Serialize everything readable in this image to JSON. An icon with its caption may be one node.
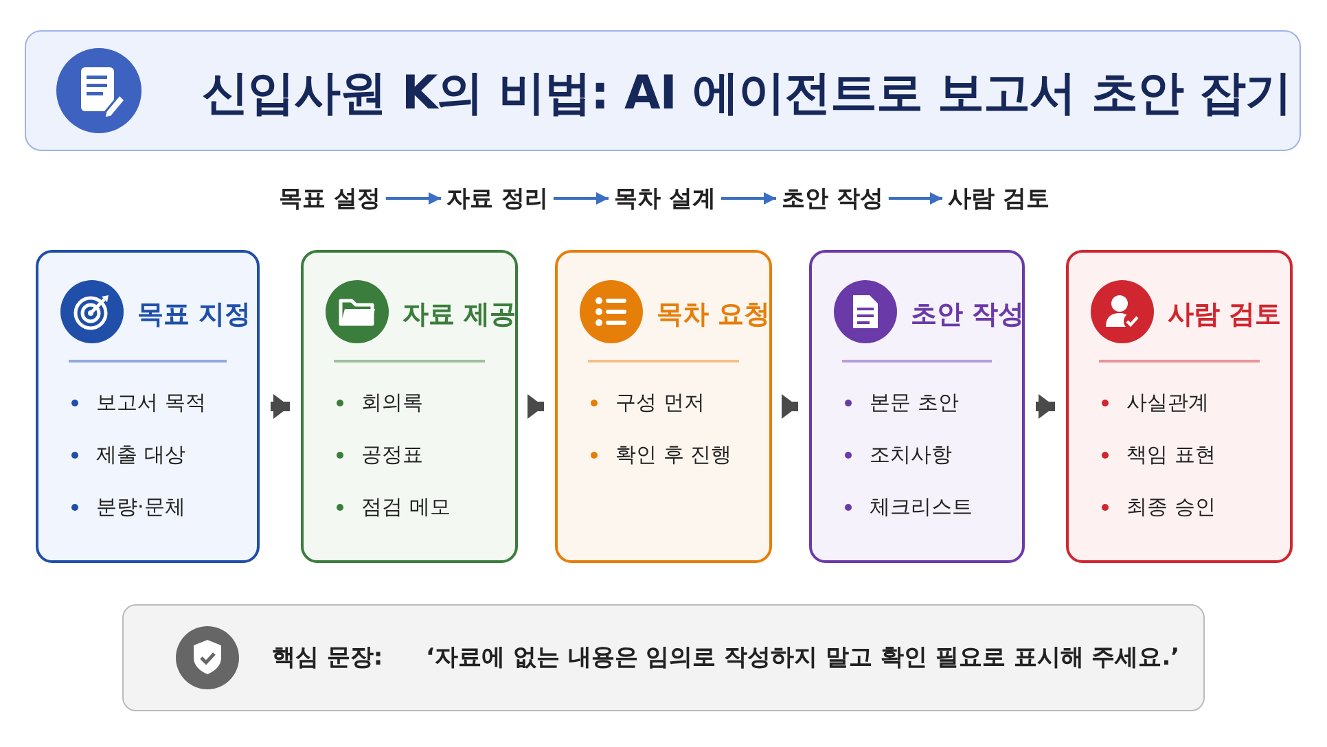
{
  "diagram": {
    "title": "신입사원 K의 비법: AI 에이전트로 보고서 초안 잡기",
    "nodes": [
      {
        "text": [
          "목표 설정"
        ]
      },
      {
        "text": [
          "자료 정리"
        ]
      },
      {
        "text": [
          "목차 설계"
        ]
      },
      {
        "text": [
          "초안 작성"
        ]
      },
      {
        "text": [
          "사람 검토"
        ]
      },
      {
        "text": [
          "목표 지정",
          "보고서 목적",
          "제출 대상",
          "분량·문체"
        ]
      },
      {
        "text": [
          "자료 제공",
          "회의록",
          "공정표",
          "점검 메모"
        ]
      },
      {
        "text": [
          "목차 요청",
          "구성 먼저",
          "확인 후 진행"
        ]
      },
      {
        "text": [
          "초안 작성",
          "본문 초안",
          "조치사항",
          "체크리스트"
        ]
      },
      {
        "text": [
          "사람 검토",
          "사실관계",
          "책임 표현",
          "최종 승인"
        ]
      },
      {
        "text": [
          "핵심 문장:",
          "‘자료에 없는 내용은 임의로 작성하지 말고 확인 필요로 표시해 주세요.’"
        ]
      }
    ],
    "edges": [
      {
        "from": 0,
        "to": 1,
        "arrow": "to",
        "color": "#3b6fc4"
      },
      {
        "from": 1,
        "to": 2,
        "arrow": "to",
        "color": "#3b6fc4"
      },
      {
        "from": 2,
        "to": 3,
        "arrow": "to",
        "color": "#3b6fc4"
      },
      {
        "from": 3,
        "to": 4,
        "arrow": "to",
        "color": "#3b6fc4"
      },
      {
        "from": 5,
        "to": 6,
        "arrow": "to",
        "style": "thick",
        "color": "#4a4a4a"
      },
      {
        "from": 6,
        "to": 7,
        "arrow": "to",
        "style": "thick",
        "color": "#4a4a4a"
      },
      {
        "from": 7,
        "to": 8,
        "arrow": "to",
        "style": "thick",
        "color": "#4a4a4a"
      },
      {
        "from": 8,
        "to": 9,
        "arrow": "to",
        "style": "thick",
        "color": "#4a4a4a"
      }
    ]
  }
}
